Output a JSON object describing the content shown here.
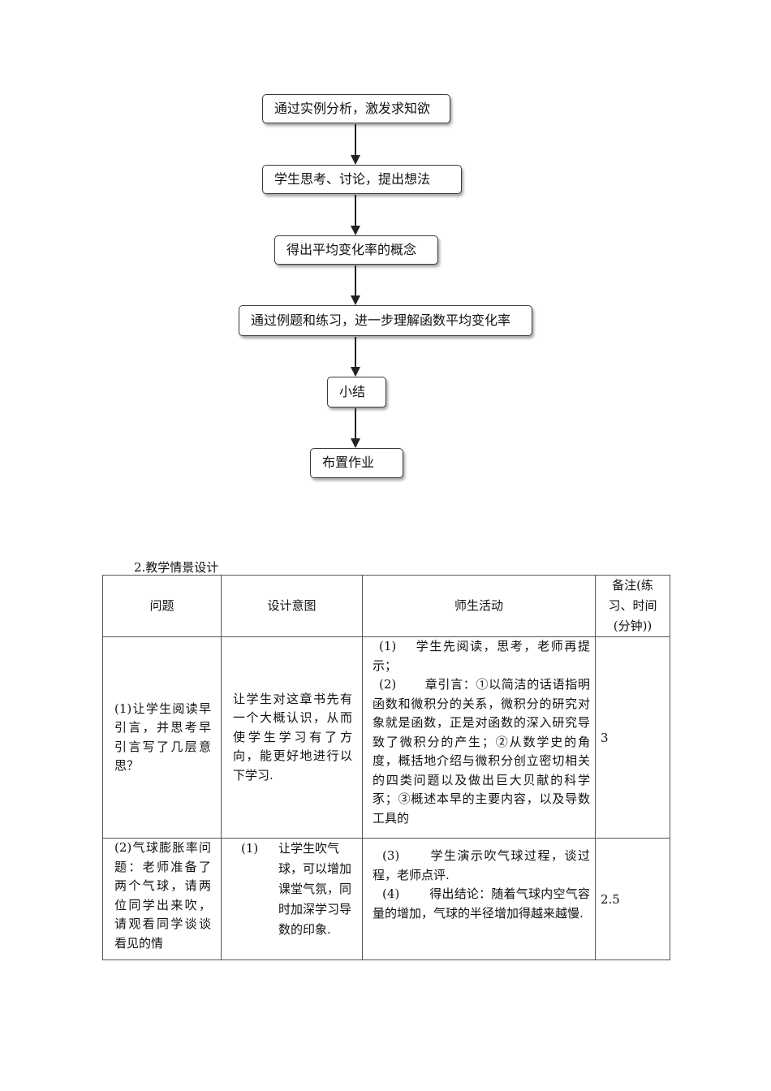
{
  "flowchart": {
    "steps": [
      "通过实例分析，激发求知欲",
      "学生思考、讨论，提出想法",
      "得出平均变化率的概念",
      "通过例题和练习，进一步理解函数平均变化率",
      "小结",
      "布置作业"
    ]
  },
  "section": {
    "title": "2.教学情景设计"
  },
  "table": {
    "headers": [
      "问题",
      "设计意图",
      "师生活动",
      "备注(练习、时间(分钟))"
    ],
    "rows": [
      {
        "question": "(1)让学生阅读早引言，并思考早引言写了几层意思？",
        "intent": "让学生对这章书先有一个大概认识，从而使学生学习有了方向，能更好地进行以下学习.",
        "activity_1_num": "(1)",
        "activity_1": "学生先阅读，思考，老师再提示；",
        "activity_2_num": "(2)",
        "activity_2": "章引言：①以简洁的话语指明函数和微积分的关系，微积分的研究对象就是函数，正是对函数的深入研究导致了微积分的产生；②从数学史的角度，概括地介绍与微积分创立密切相关的四类问题以及做出巨大贝献的科学豕；③概述本早的主要内容，以及导数工具的",
        "note": "3"
      },
      {
        "question": "(2)气球膨胀率问题：老师准备了两个气球，请两位同学出来吹，请观看同学谈谈看见的情",
        "intent_num": "(1)",
        "intent": "让学生吹气球，可以增加课堂气氛，同时加深学习导数的印象.",
        "activity_1_num": "(3)",
        "activity_1": "学生演示吹气球过程，谈过程，老师点评.",
        "activity_2_num": "(4)",
        "activity_2": "得出结论：随着气球内空气容量的增加，气球的半径增加得越来越慢.",
        "note": "2.5"
      }
    ]
  }
}
